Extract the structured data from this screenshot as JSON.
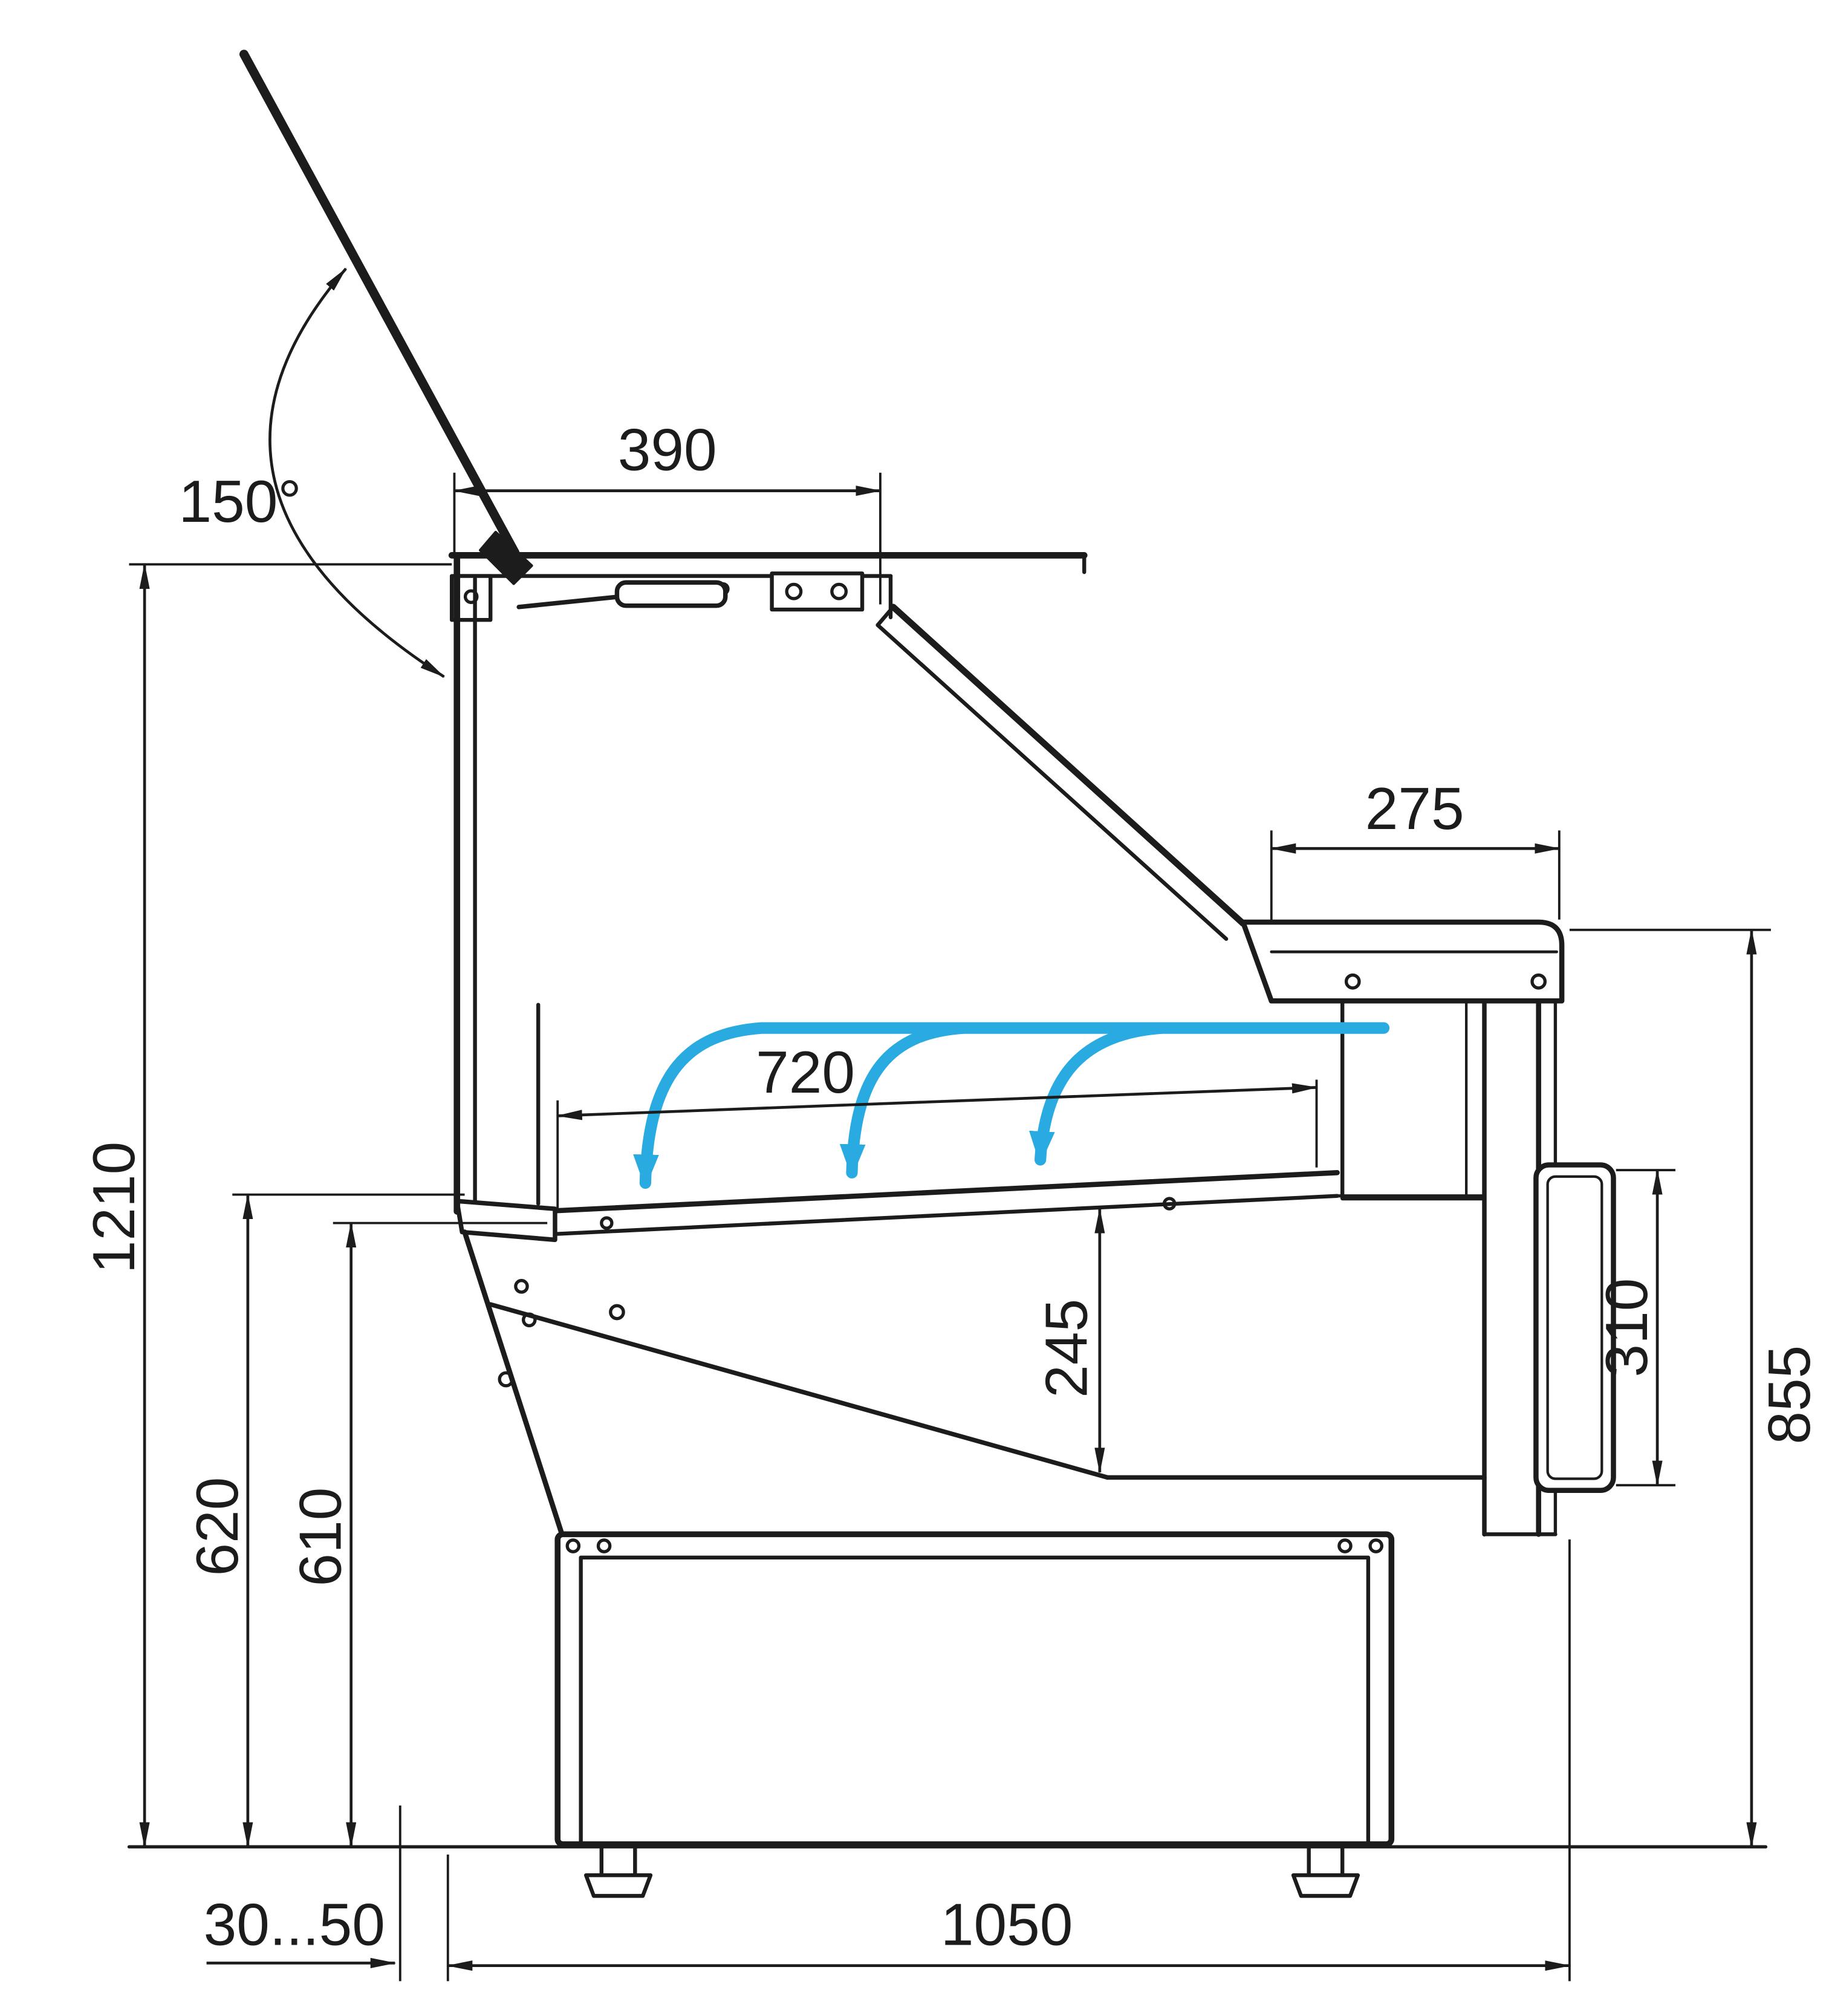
{
  "diagram": {
    "title": "Refrigerated serve-over counter - side cross-section with dimensions",
    "units": "mm",
    "colors": {
      "line": "#1c1c1c",
      "airflow": "#29abe2",
      "background": "#ffffff"
    },
    "dimensions": {
      "lid_angle": "150°",
      "lid_width": "390",
      "rear_shelf_depth": "275",
      "deck_depth": "720",
      "overall_height": "1210",
      "front_glass_height": "620",
      "deck_front_height": "610",
      "well_height": "245",
      "rear_opening_height": "310",
      "rear_top_height": "855",
      "base_length": "1050",
      "leg_adjustment": "30...50"
    },
    "icons": [
      "airflow-arrow-icon",
      "dimension-arrow-icon"
    ]
  }
}
